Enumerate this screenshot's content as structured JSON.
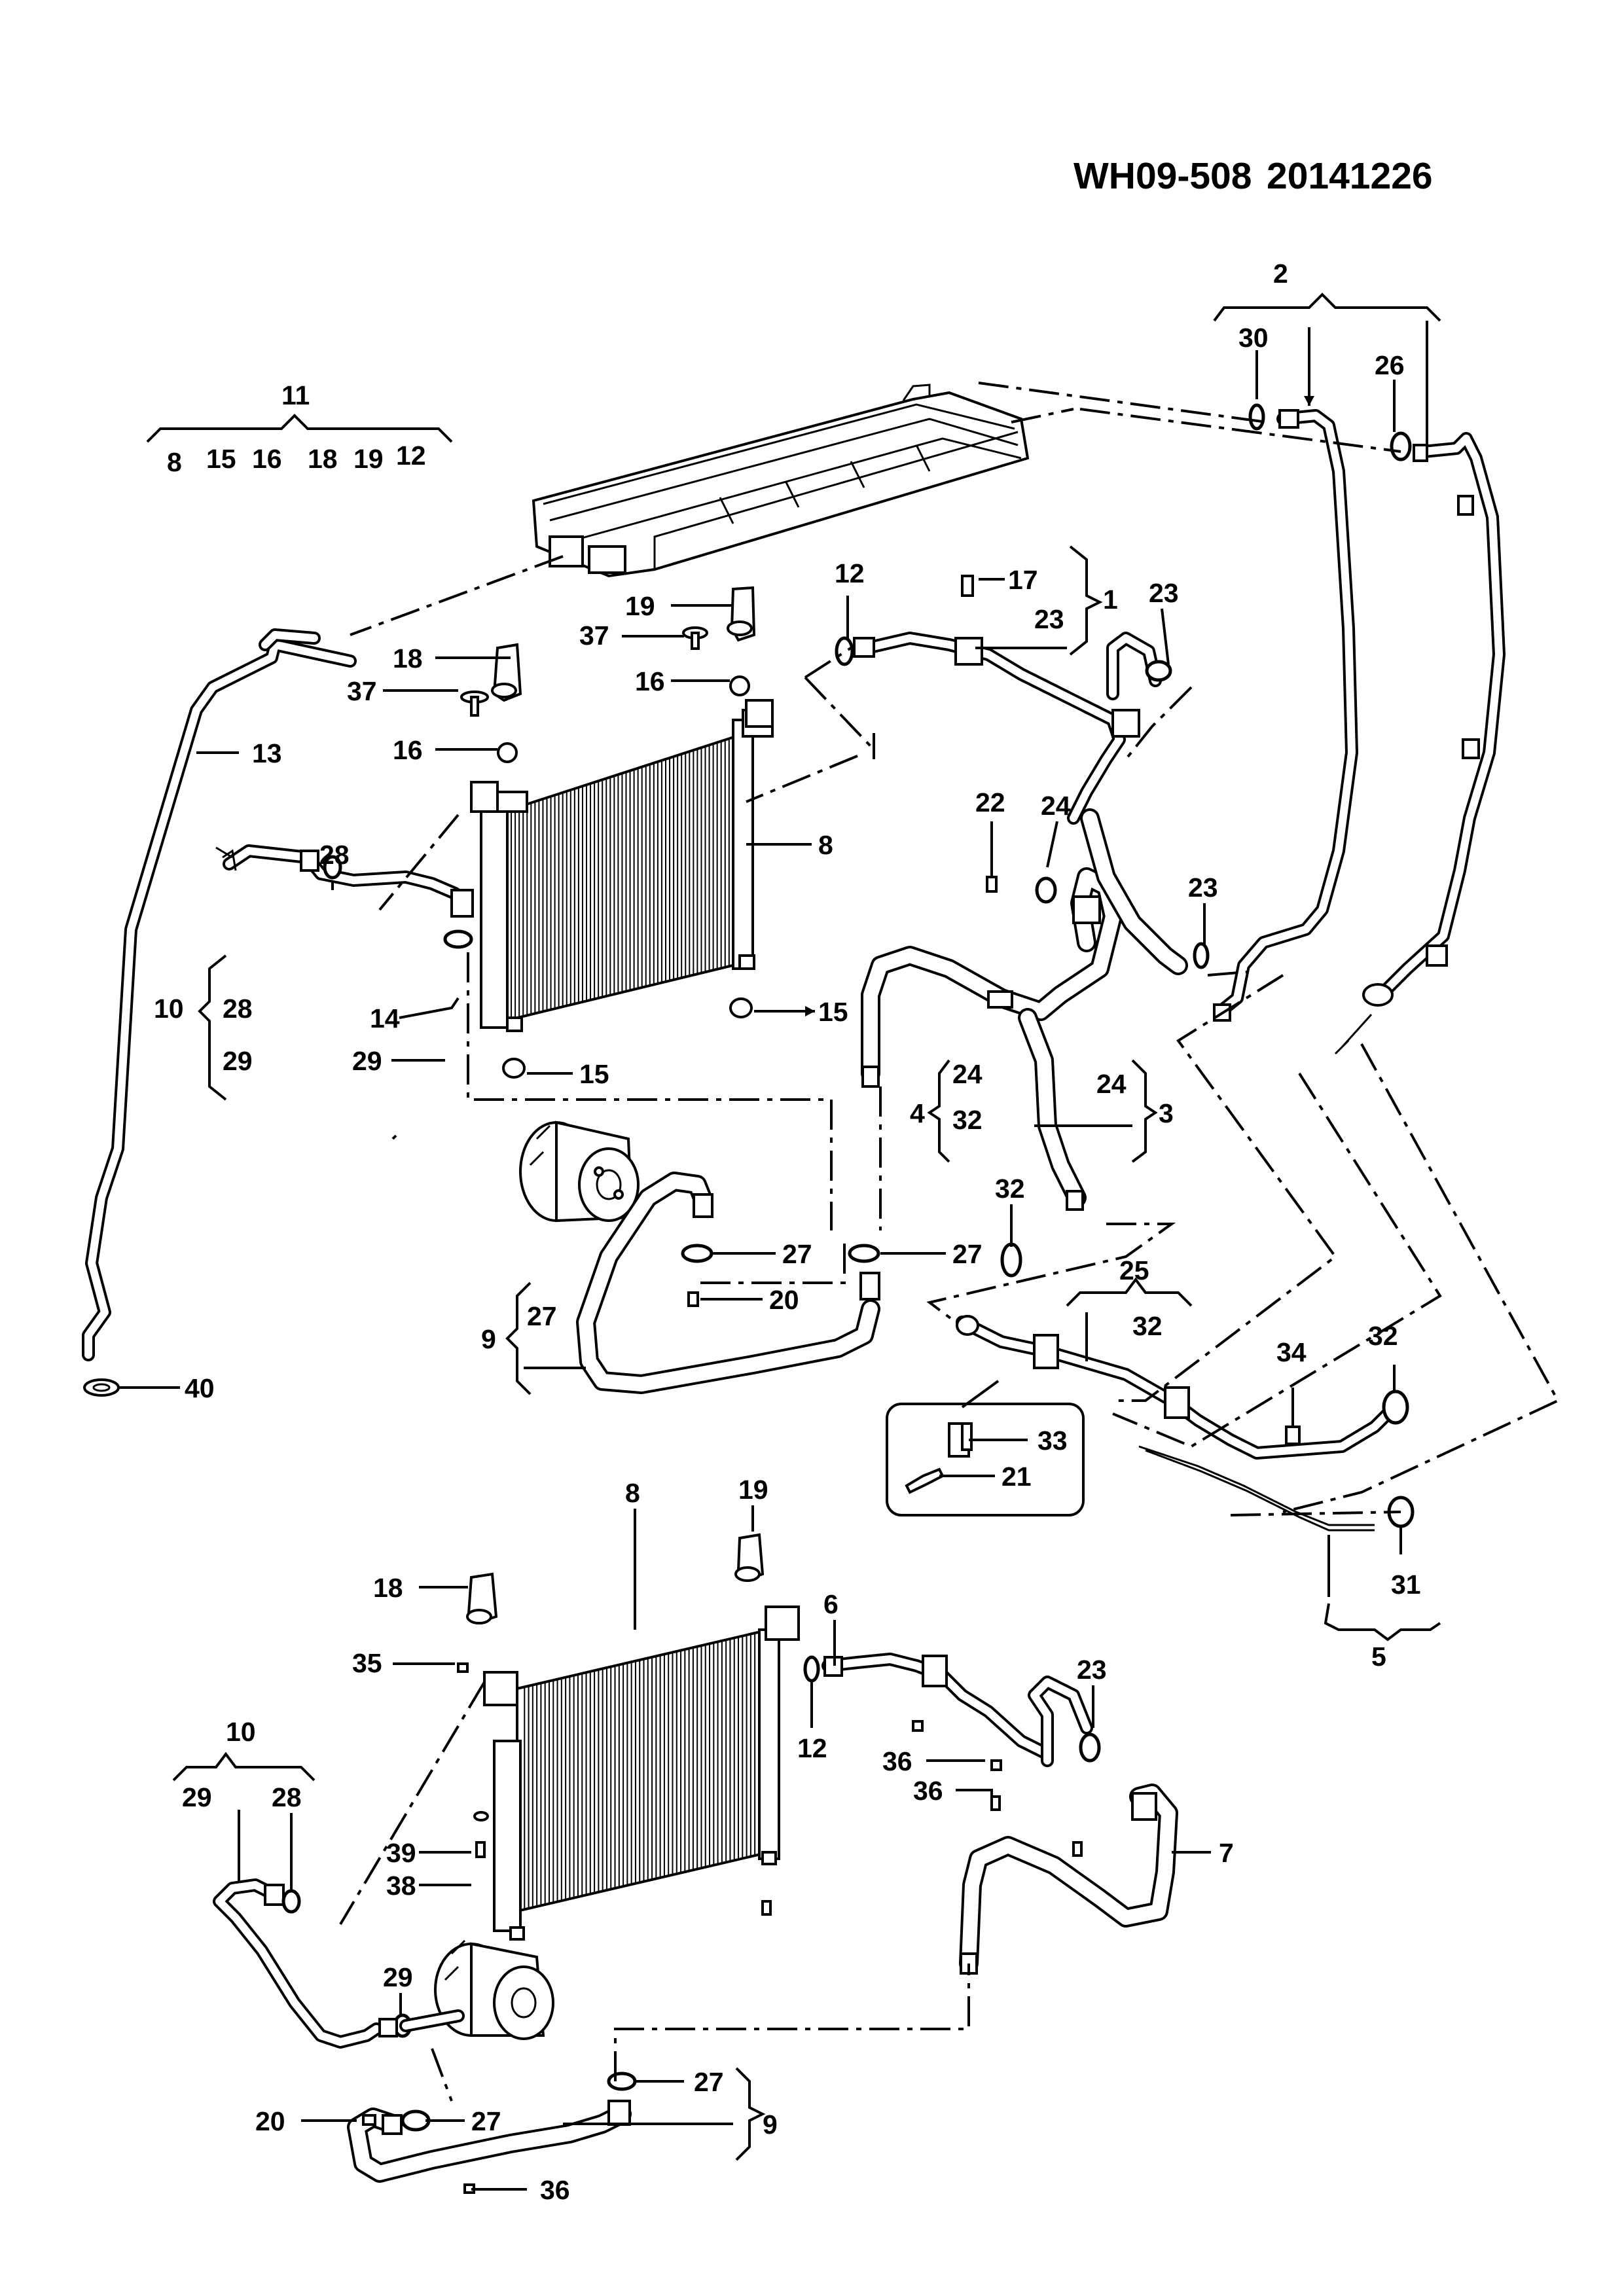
{
  "header": {
    "code": "WH09-508",
    "date": "20141226"
  },
  "callouts": {
    "c2": "2",
    "c30": "30",
    "c26": "26",
    "c11": "11",
    "c11_items": [
      "8",
      "15",
      "16",
      "18",
      "19",
      "12"
    ],
    "c13": "13",
    "c40": "40",
    "c18a": "18",
    "c37a": "37",
    "c16a": "16",
    "c19a": "19",
    "c37b": "37",
    "c16b": "16",
    "c8a": "8",
    "c28a": "28",
    "c14": "14",
    "c10a": "10",
    "c10a_28": "28",
    "c10a_29": "29",
    "c29a": "29",
    "c15a": "15",
    "c15b": "15",
    "c12a": "12",
    "c17": "17",
    "c23a": "23",
    "c1": "1",
    "c23b": "23",
    "c22": "22",
    "c24a": "24",
    "c23c": "23",
    "c4": "4",
    "c4_24": "24",
    "c4_32": "32",
    "c24b": "24",
    "c3": "3",
    "c32a": "32",
    "c27a": "27",
    "c27b": "27",
    "c20a": "20",
    "c9a": "9",
    "c9a_27": "27",
    "c25": "25",
    "c25_32": "32",
    "c34": "34",
    "c32b": "32",
    "c33": "33",
    "c21": "21",
    "c31": "31",
    "c5": "5",
    "c19b": "19",
    "c18b": "18",
    "c8b": "8",
    "c6": "6",
    "c35": "35",
    "c12b": "12",
    "c23d": "23",
    "c36a": "36",
    "c36b": "36",
    "c7": "7",
    "c10b": "10",
    "c10b_29": "29",
    "c10b_28": "28",
    "c39": "39",
    "c38": "38",
    "c29b": "29",
    "c27c": "27",
    "c9b": "9",
    "c20b": "20",
    "c27d": "27",
    "c36c": "36"
  }
}
